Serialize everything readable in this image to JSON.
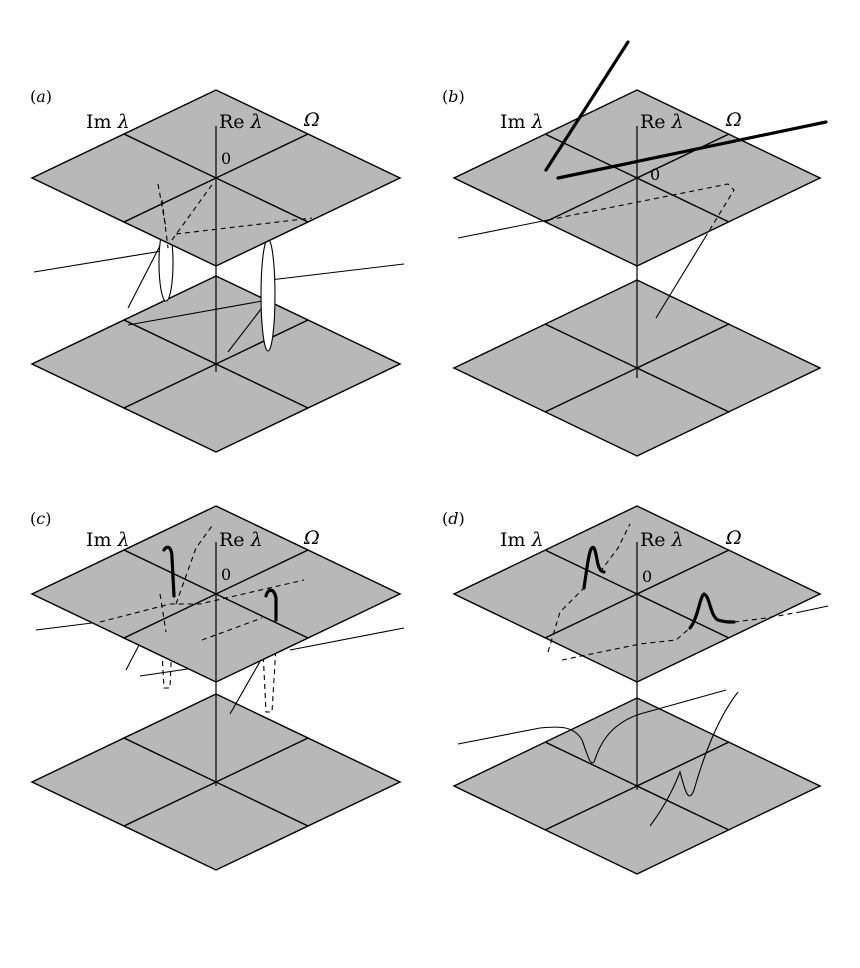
{
  "panels": [
    {
      "id": "a",
      "label": "a",
      "im": "Im",
      "re": "Re",
      "lambda": "λ",
      "omega": "Ω",
      "zero": "0"
    },
    {
      "id": "b",
      "label": "b",
      "im": "Im",
      "re": "Re",
      "lambda": "λ",
      "omega": "Ω",
      "zero": "0"
    },
    {
      "id": "c",
      "label": "c",
      "im": "Im",
      "re": "Re",
      "lambda": "λ",
      "omega": "Ω",
      "zero": "0"
    },
    {
      "id": "d",
      "label": "d",
      "im": "Im",
      "re": "Re",
      "lambda": "λ",
      "omega": "Ω",
      "zero": "0"
    }
  ]
}
